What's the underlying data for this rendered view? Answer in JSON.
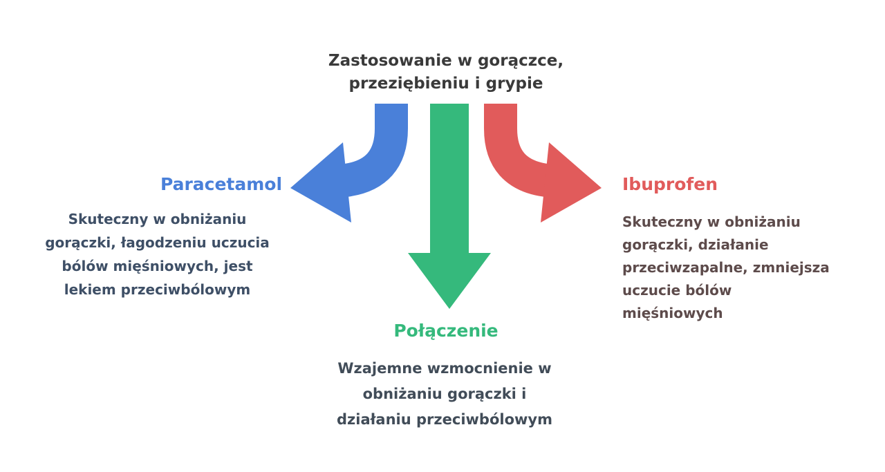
{
  "diagram": {
    "title": "Zastosowanie w gorączce,\nprzeziębieniu i grypie",
    "paracetamol": {
      "label": "Paracetamol",
      "description": "Skuteczny w obniżaniu\ngorączki, łagodzeniu uczucia\nbólów mięśniowych, jest\nlekiem przeciwbólowym"
    },
    "ibuprofen": {
      "label": "Ibuprofen",
      "description": "Skuteczny w obniżaniu\ngorączki, działanie\nprzeciwzapalne, zmniejsza\nuczucie bólów\nmięśniowych"
    },
    "polaczenie": {
      "label": "Połączenie",
      "description": "Wzajemne wzmocnienie w\nobniżaniu gorączki i\ndziałaniu przeciwbólowym"
    },
    "colors": {
      "blue": "#4a80d9",
      "green": "#35b97c",
      "red": "#e15b5b",
      "outline": "#ffffff",
      "title_text": "#3a3a3a",
      "left_text": "#3e4f66",
      "right_text": "#5d4b4b",
      "center_text": "#414c58"
    }
  }
}
